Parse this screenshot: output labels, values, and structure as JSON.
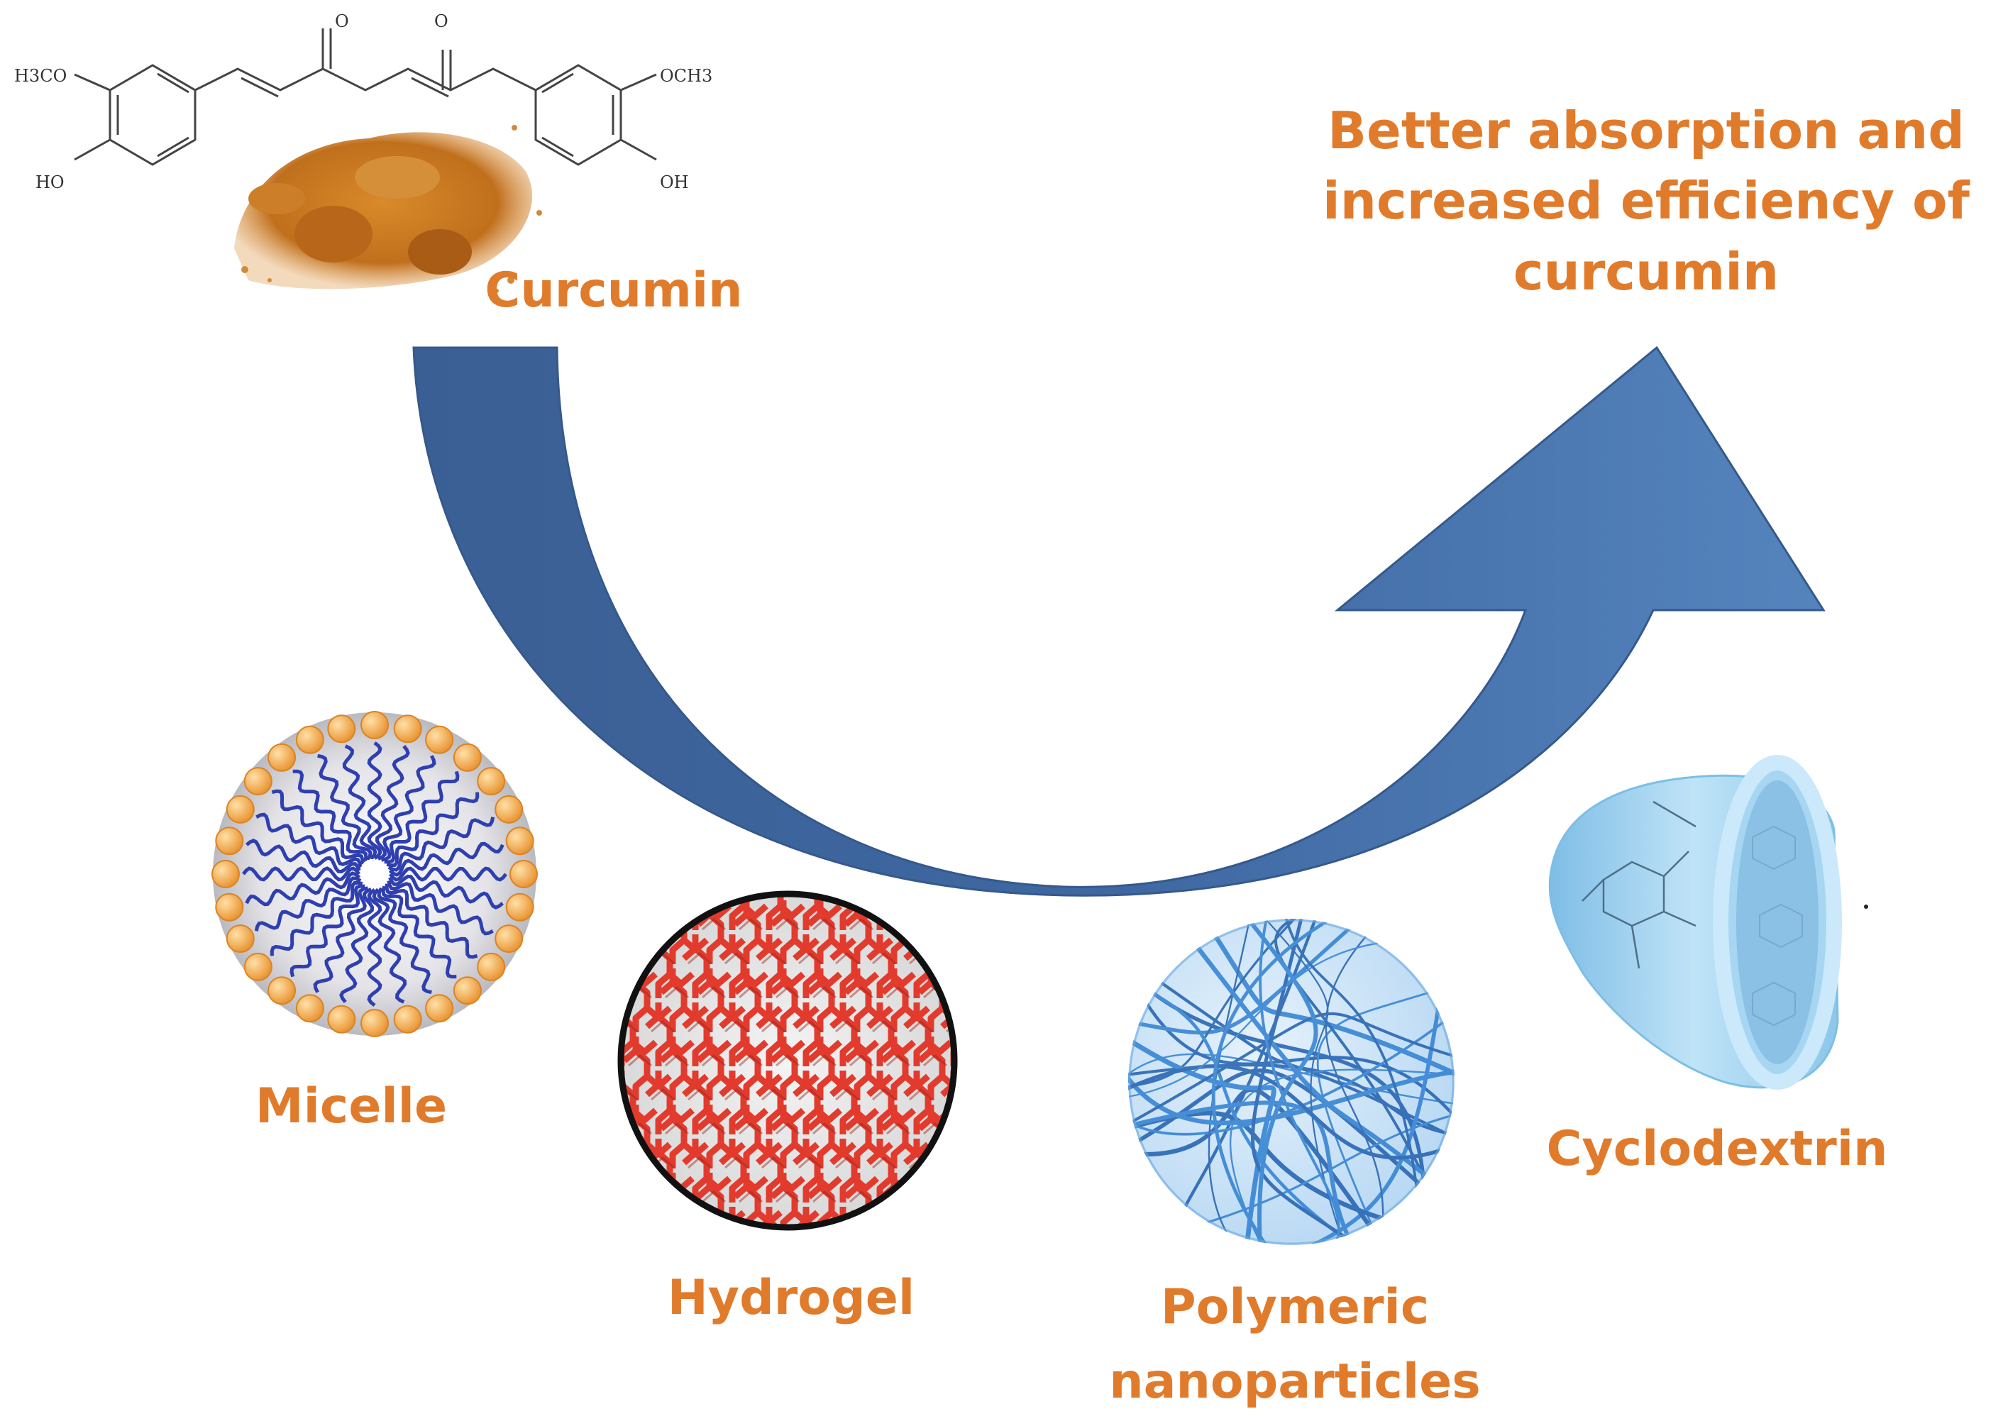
{
  "headline": {
    "line1": "Better absorption and",
    "line2": "increased efficiency of",
    "line3": "curcumin"
  },
  "source": {
    "label": "Curcumin",
    "structure_labels": {
      "left_methoxy": "H3CO",
      "left_hydroxyl": "HO",
      "right_methoxy": "OCH3",
      "right_hydroxyl": "OH",
      "carbonyl_1": "O",
      "carbonyl_2": "O"
    }
  },
  "carriers": [
    {
      "label": "Micelle",
      "icon": "micelle-icon"
    },
    {
      "label": "Hydrogel",
      "icon": "hydrogel-icon"
    },
    {
      "label": "Polymeric",
      "label_line2": "nanoparticles",
      "icon": "nanoparticle-icon"
    },
    {
      "label": "Cyclodextrin",
      "icon": "cyclodextrin-icon"
    }
  ],
  "colors": {
    "label": "#e07b2c",
    "arrow": "#4a74ad",
    "arrow_dark": "#3a5f94",
    "curcumin_powder": "#c9781f",
    "micelle_head": "#f2a64a",
    "micelle_tail": "#2f3fb0",
    "hydrogel": "#e23b2e",
    "nanoparticle": "#2e7fd1",
    "cyclodextrin": "#9fd3ef"
  }
}
